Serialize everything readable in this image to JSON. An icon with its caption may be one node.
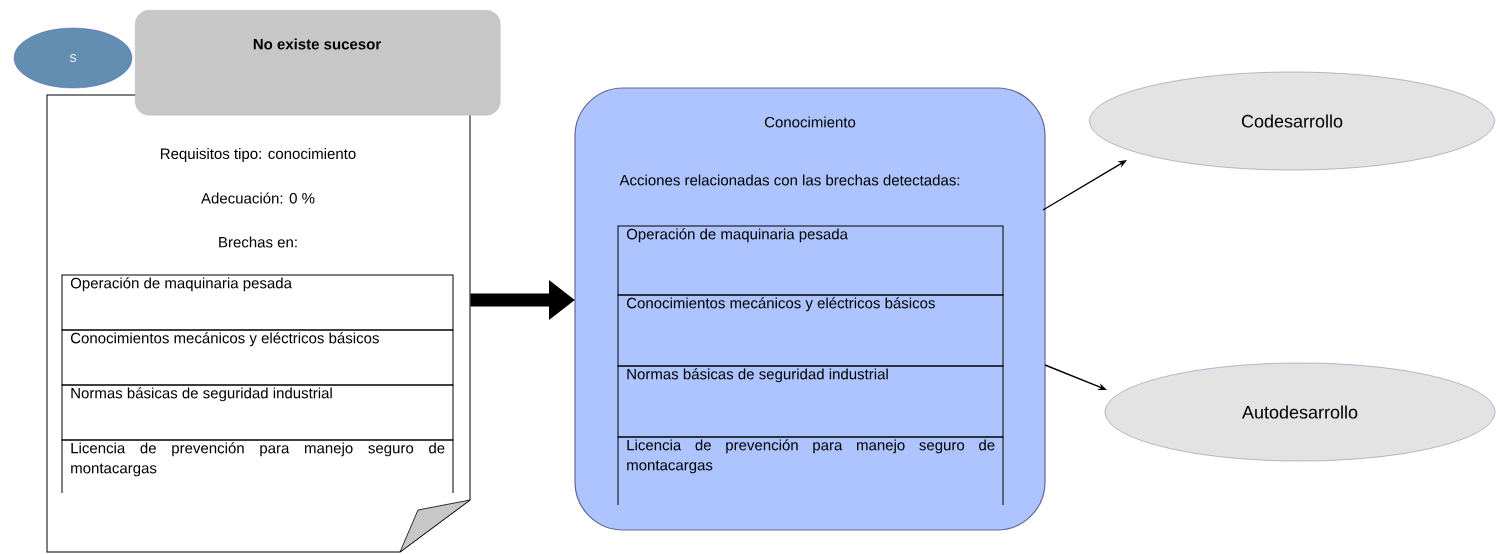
{
  "diagram": {
    "nodes": [
      {
        "text": [
          "S"
        ]
      },
      {
        "text": [
          "No existe sucesor"
        ]
      },
      {
        "text": [
          "Requisitos tipo: conocimiento",
          "Adecuación: 0 %",
          "Brechas en:"
        ]
      },
      {
        "text": [
          "Operación de maquinaria pesada"
        ],
        "in": 2
      },
      {
        "text": [
          "Conocimientos mecánicos y eléctricos básicos"
        ],
        "in": 2
      },
      {
        "text": [
          "Normas básicas de seguridad industrial"
        ],
        "in": 2
      },
      {
        "text": [
          "Licencia de prevención para manejo seguro de montacargas"
        ],
        "in": 2
      },
      {
        "text": [
          "Conocimiento",
          "Acciones relacionadas con las brechas detectadas:"
        ]
      },
      {
        "text": [
          "Operación de maquinaria pesada"
        ],
        "in": 7
      },
      {
        "text": [
          "Conocimientos mecánicos y eléctricos básicos"
        ],
        "in": 7
      },
      {
        "text": [
          "Normas básicas de seguridad industrial"
        ],
        "in": 7
      },
      {
        "text": [
          "Licencia de prevención para manejo seguro de montacargas"
        ],
        "in": 7
      },
      {
        "text": [
          "Codesarrollo"
        ]
      },
      {
        "text": [
          "Autodesarrollo"
        ]
      }
    ],
    "edges": [
      {
        "from": 2,
        "to": 7,
        "arrow": "to",
        "style": "thick"
      },
      {
        "from": 7,
        "to": 12,
        "arrow": "to"
      },
      {
        "from": 7,
        "to": 13,
        "arrow": "to"
      }
    ]
  }
}
